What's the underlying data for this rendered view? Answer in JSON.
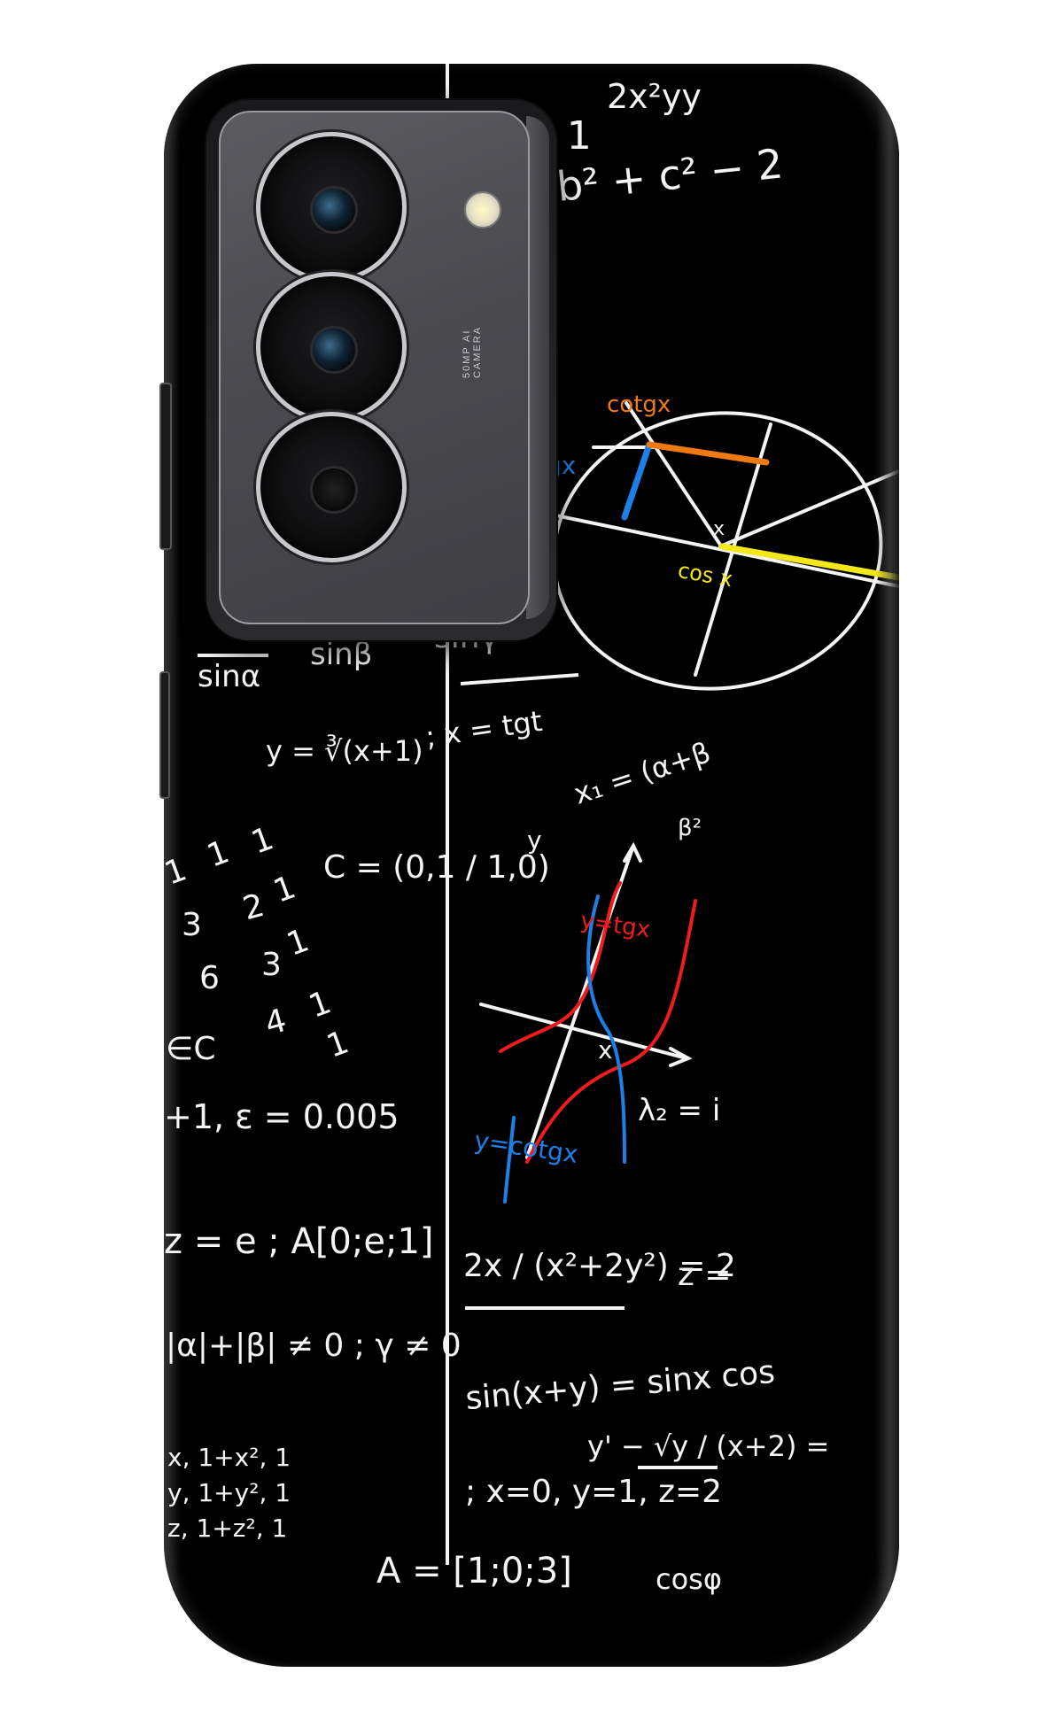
{
  "product": {
    "type": "phone back case",
    "theme": "math chalkboard formulas",
    "camera_label": "50MP AI CAMERA"
  },
  "colors": {
    "background": "#ffffff",
    "case": "#000000",
    "chalk": "#f4f4f4",
    "blue": "#1e7fe6",
    "red": "#ee1c1c",
    "orange": "#f07a12",
    "yellow": "#f5e81a",
    "camera_plate": "#4a4a4f"
  },
  "formulas": {
    "top_right": "2x²yy",
    "tgx_eq": "g x = 1",
    "law_cosines": "a² = b² + c² − 2",
    "sine_alpha": "sinα",
    "sine_beta": "sinβ",
    "sine_gamma": "sinγ",
    "cube_root": "y = ∛(x+1)",
    "x_tgt": "; x = tgt",
    "x1": "x₁ = (α+β",
    "beta_sq": "β²",
    "matrix_c": "C = (0,1 / 1,0)",
    "in_c": "∈C",
    "epsilon": "+1, ε = 0.005",
    "lambda2": "λ₂ = i",
    "z_e": "z = e ; A[0;e;1]",
    "fraction": "2x / (x²+2y²) = 2",
    "z_eq": "z =",
    "abs_sum": "|α|+|β| ≠ 0 ; γ ≠ 0",
    "sin_sum": "sin(x+y) = sinx cos",
    "y_prime": "y' − √y / (x+2) =",
    "det_rows": [
      "x, 1+x², 1",
      "y, 1+y², 1",
      "z, 1+z², 1"
    ],
    "xyz_values": "; x=0, y=1, z=2",
    "vector_a": "A = [1;0;3]",
    "cos_phi": "cosφ"
  },
  "numbers_scatter": [
    "1",
    "1",
    "1",
    "1",
    "3",
    "2",
    "1",
    "6",
    "3",
    "1",
    "4",
    "1",
    "1"
  ],
  "trig_circle": {
    "labels": [
      "cotgx",
      "tgx",
      "x",
      "cos x"
    ]
  },
  "graph": {
    "axis_x": "x",
    "axis_y": "y",
    "tg_label": "y=tgx",
    "cotg_label": "y=cotgx"
  }
}
